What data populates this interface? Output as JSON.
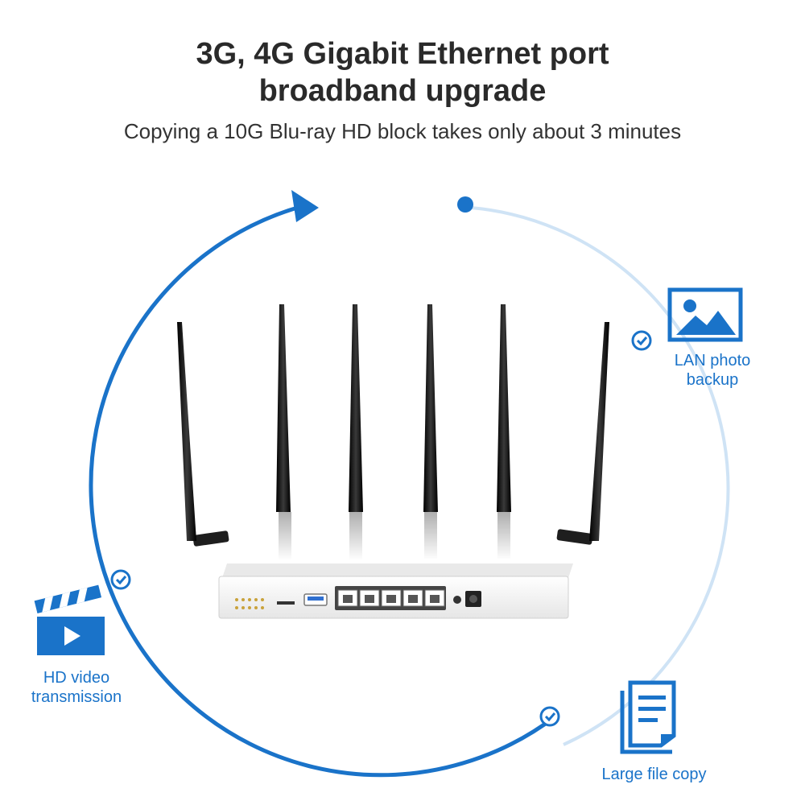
{
  "header": {
    "title_line1": "3G, 4G Gigabit Ethernet port",
    "title_line2": "broadband upgrade",
    "subtitle": "Copying a 10G Blu-ray HD block takes only about 3 minutes"
  },
  "features": {
    "lan_photo": {
      "label_line1": "LAN photo",
      "label_line2": "backup",
      "icon": "image-icon"
    },
    "hd_video": {
      "label_line1": "HD video",
      "label_line2": "transmission",
      "icon": "clapperboard-icon"
    },
    "file_copy": {
      "label": "Large file copy",
      "icon": "document-icon"
    }
  },
  "colors": {
    "accent": "#1a73c9",
    "accent_light": "#b9d8f2",
    "router_body": "#f2f2f2",
    "antenna": "#1a1a1a"
  }
}
